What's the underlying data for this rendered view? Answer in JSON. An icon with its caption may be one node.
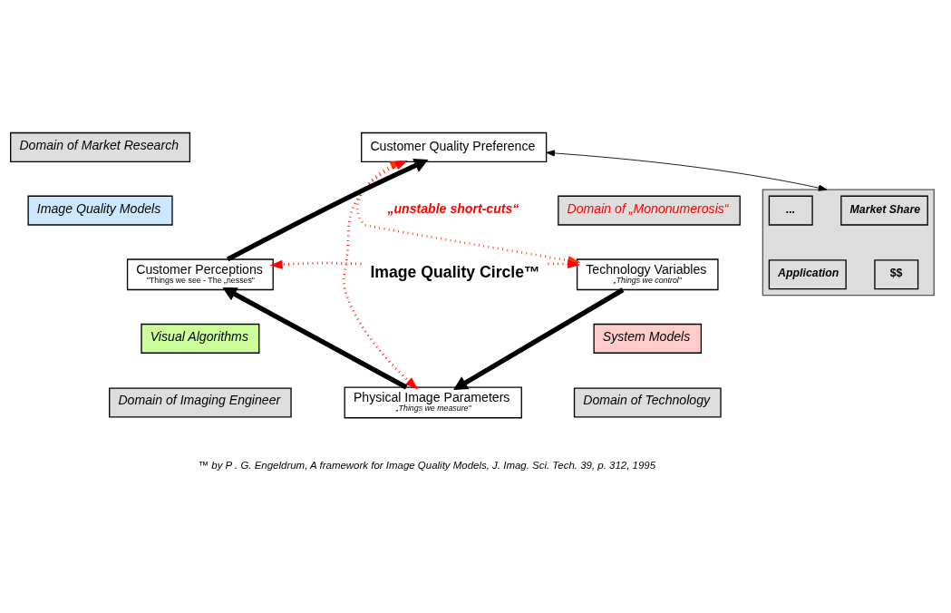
{
  "diagram": {
    "nodes": [
      {
        "text": [
          "Customer Quality Preference"
        ]
      },
      {
        "text": [],
        "shape": "box"
      },
      {
        "text": [
          "Market Share"
        ],
        "in": 1
      },
      {
        "text": [
          "..."
        ],
        "in": 1
      },
      {
        "text": [
          "$$"
        ],
        "in": 1
      },
      {
        "text": [
          "Application"
        ],
        "in": 1
      },
      {
        "text": [
          "Domain of Market Research"
        ]
      },
      {
        "text": [
          "Image Quality Models"
        ]
      },
      {
        "text": [
          "Domain of „Mononumerosis“"
        ]
      },
      {
        "text": [
          "Customer Perceptions",
          "\"Things we see - The „nesses\""
        ]
      },
      {
        "text": [
          "Image Quality Circle™"
        ]
      },
      {
        "text": [
          "Technology Variables",
          "„Things we control\""
        ]
      },
      {
        "text": [
          "Visual Algorithms"
        ]
      },
      {
        "text": [
          "System Models"
        ]
      },
      {
        "text": [
          "Domain of Imaging Engineer"
        ]
      },
      {
        "text": [
          "Domain of Technology"
        ]
      },
      {
        "text": [
          "Physical Image Parameters",
          "„Things we measure\""
        ]
      }
    ],
    "edges": [
      {
        "from": 0,
        "to": 1,
        "arrow": "both"
      },
      {
        "from": 16,
        "to": 9,
        "arrow": "to",
        "style": "thick"
      },
      {
        "from": 9,
        "to": 0,
        "arrow": "to",
        "style": "thick"
      },
      {
        "from": 11,
        "to": 16,
        "arrow": "to",
        "style": "thick"
      },
      {
        "from": 0,
        "to": 16,
        "arrow": "both",
        "style": "dashed",
        "color": "#ff0000"
      },
      {
        "from": 0,
        "to": 11,
        "arrow": "both",
        "style": "dashed",
        "color": "#ff3300"
      },
      {
        "from": 10,
        "to": 9,
        "arrow": "to",
        "style": "dashed",
        "color": "#ff0000"
      },
      {
        "from": 10,
        "to": 11,
        "arrow": "to",
        "style": "dashed",
        "color": "#ff0000"
      }
    ],
    "labels": [
      "„unstable short-cuts“",
      "™ by P . G. Engeldrum, A framework for Image Quality Models, J. Imag. Sci. Tech. 39, p. 312, 1995"
    ]
  }
}
